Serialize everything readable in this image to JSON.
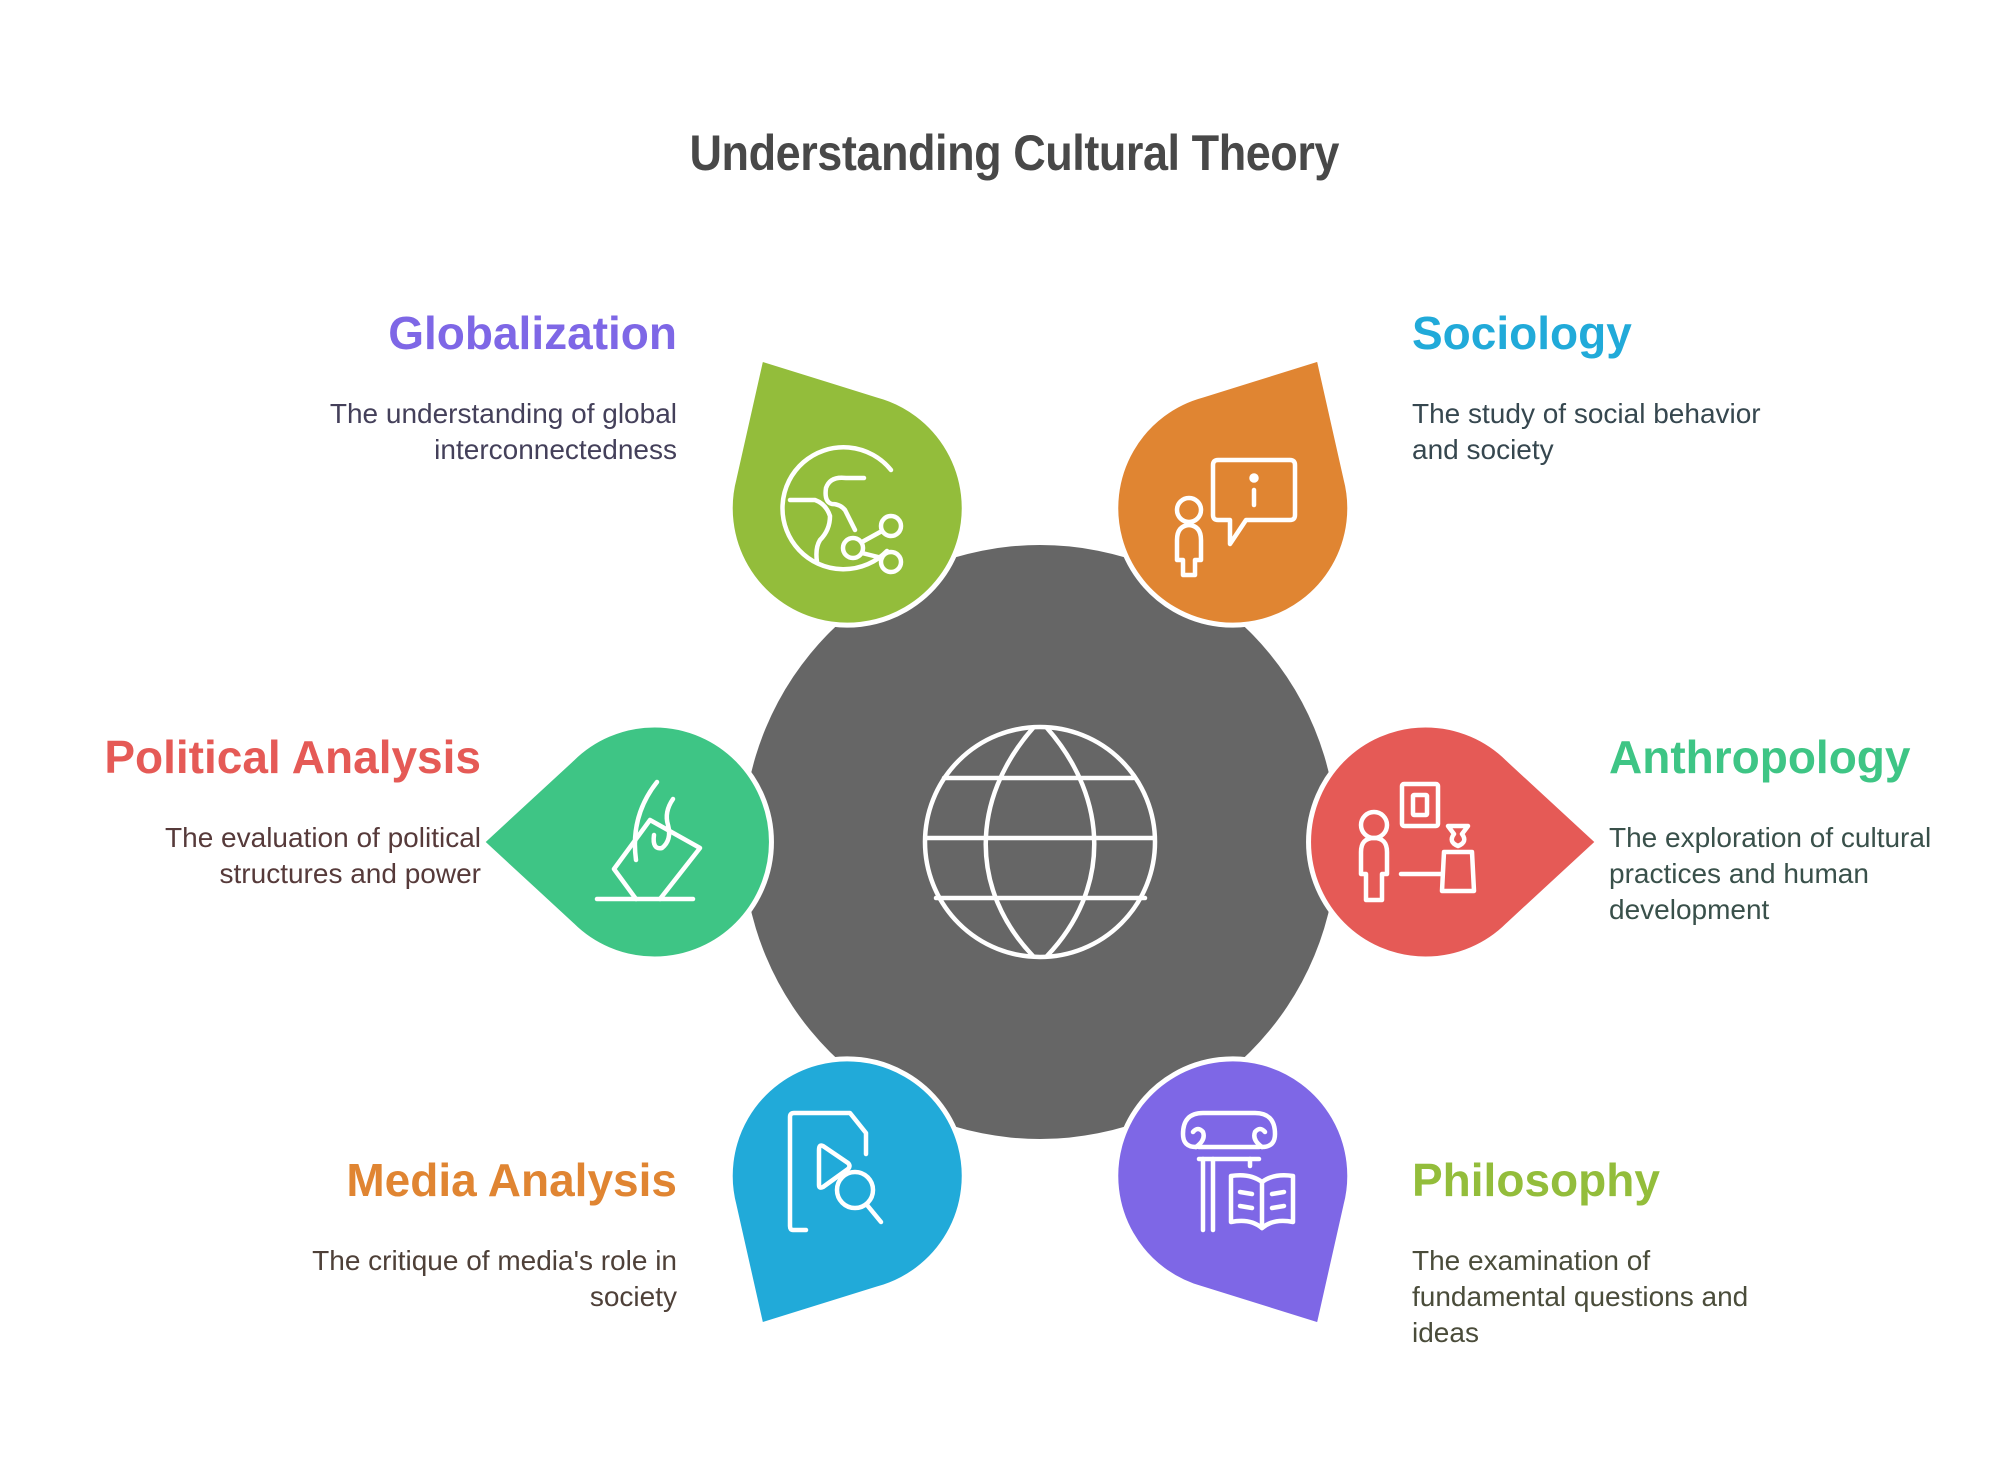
{
  "title": "Understanding Cultural Theory",
  "center": {
    "icon": "globe-icon",
    "color": "#666666"
  },
  "items": [
    {
      "id": "globalization",
      "heading": "Globalization",
      "description": "The understanding of global interconnectedness",
      "desc_lines": [
        "The understanding of global",
        "interconnectedness"
      ],
      "color": "#7E67E6",
      "desc_color": "#44405A",
      "icon": "globe-network-icon",
      "angle": -120,
      "side": "right"
    },
    {
      "id": "sociology",
      "heading": "Sociology",
      "description": "The study of social behavior and society",
      "desc_lines": [
        "The study of social behavior",
        "and society"
      ],
      "color": "#21AAD9",
      "desc_color": "#36474F",
      "icon": "person-info-icon",
      "angle": -60,
      "side": "left"
    },
    {
      "id": "political-analysis",
      "heading": "Political Analysis",
      "description": "The evaluation of political structures and power",
      "desc_lines": [
        "The evaluation of political",
        "structures and power"
      ],
      "color": "#E55A56",
      "desc_color": "#563A3A",
      "icon": "ballot-box-icon",
      "angle": 180,
      "side": "right"
    },
    {
      "id": "anthropology",
      "heading": "Anthropology",
      "description": "The exploration of cultural practices and human development",
      "desc_lines": [
        "The exploration of cultural",
        "practices and human",
        "development"
      ],
      "color": "#3EC585",
      "desc_color": "#39504A",
      "icon": "museum-visitor-icon",
      "angle": 0,
      "side": "left"
    },
    {
      "id": "media-analysis",
      "heading": "Media Analysis",
      "description": "The critique of media's role in society",
      "desc_lines": [
        "The critique of media's role in",
        "society"
      ],
      "color": "#E08532",
      "desc_color": "#4E4038",
      "icon": "media-search-icon",
      "angle": 120,
      "side": "right"
    },
    {
      "id": "philosophy",
      "heading": "Philosophy",
      "description": "The examination of fundamental questions and ideas",
      "desc_lines": [
        "The examination of",
        "fundamental questions and",
        "ideas"
      ],
      "color": "#93BD3B",
      "desc_color": "#4A4C3A",
      "icon": "column-book-icon",
      "angle": 60,
      "side": "left"
    }
  ]
}
